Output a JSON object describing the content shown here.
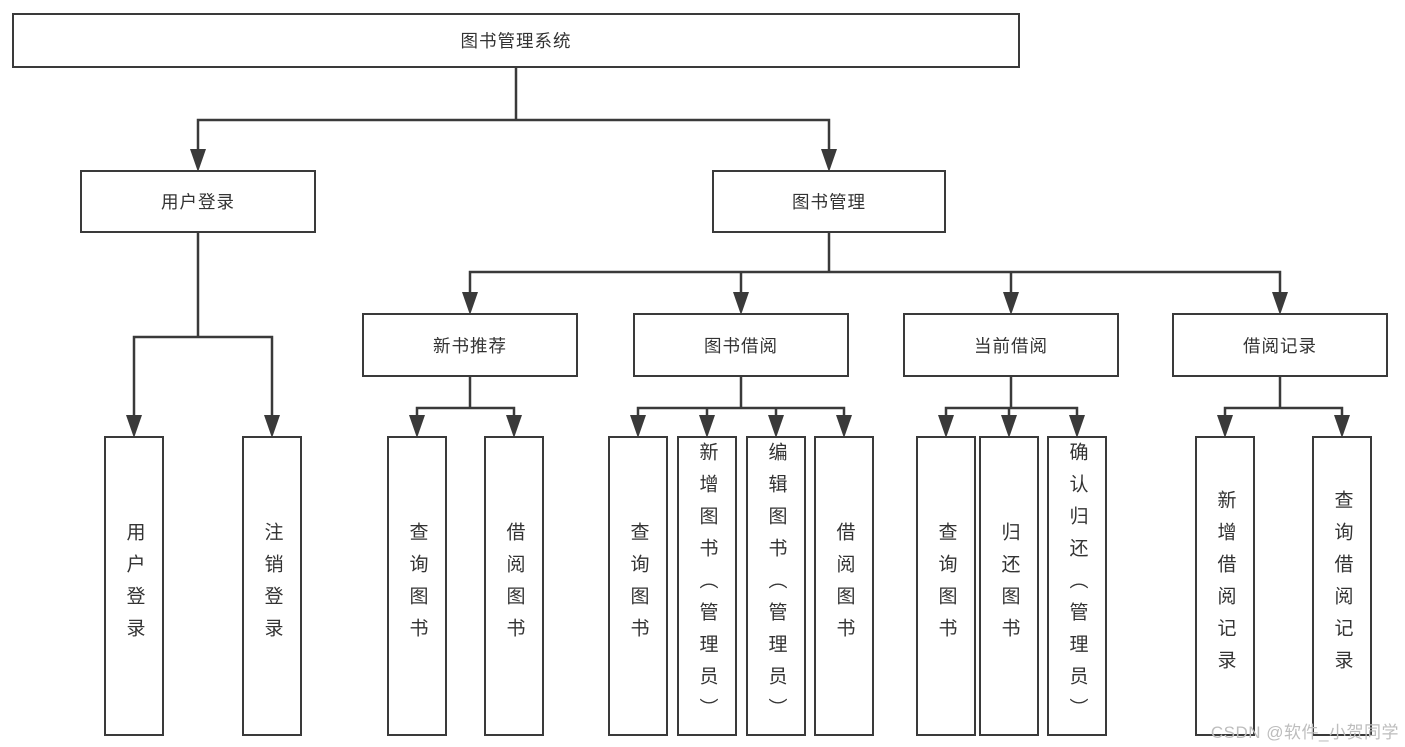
{
  "tree": {
    "root": "图书管理系统",
    "children": [
      {
        "label": "用户登录",
        "children": [
          "用户登录",
          "注销登录"
        ]
      },
      {
        "label": "图书管理",
        "children": [
          {
            "label": "新书推荐",
            "children": [
              "查询图书",
              "借阅图书"
            ]
          },
          {
            "label": "图书借阅",
            "children": [
              "查询图书",
              "新增图书（管理员）",
              "编辑图书（管理员）",
              "借阅图书"
            ]
          },
          {
            "label": "当前借阅",
            "children": [
              "查询图书",
              "归还图书",
              "确认归还（管理员）"
            ]
          },
          {
            "label": "借阅记录",
            "children": [
              "新增借阅记录",
              "查询借阅记录"
            ]
          }
        ]
      }
    ]
  },
  "colors": {
    "line": "#3a3a3a",
    "text": "#333333",
    "watermark": "#bdbdbd"
  },
  "watermark": "CSDN @软件_小贺同学"
}
